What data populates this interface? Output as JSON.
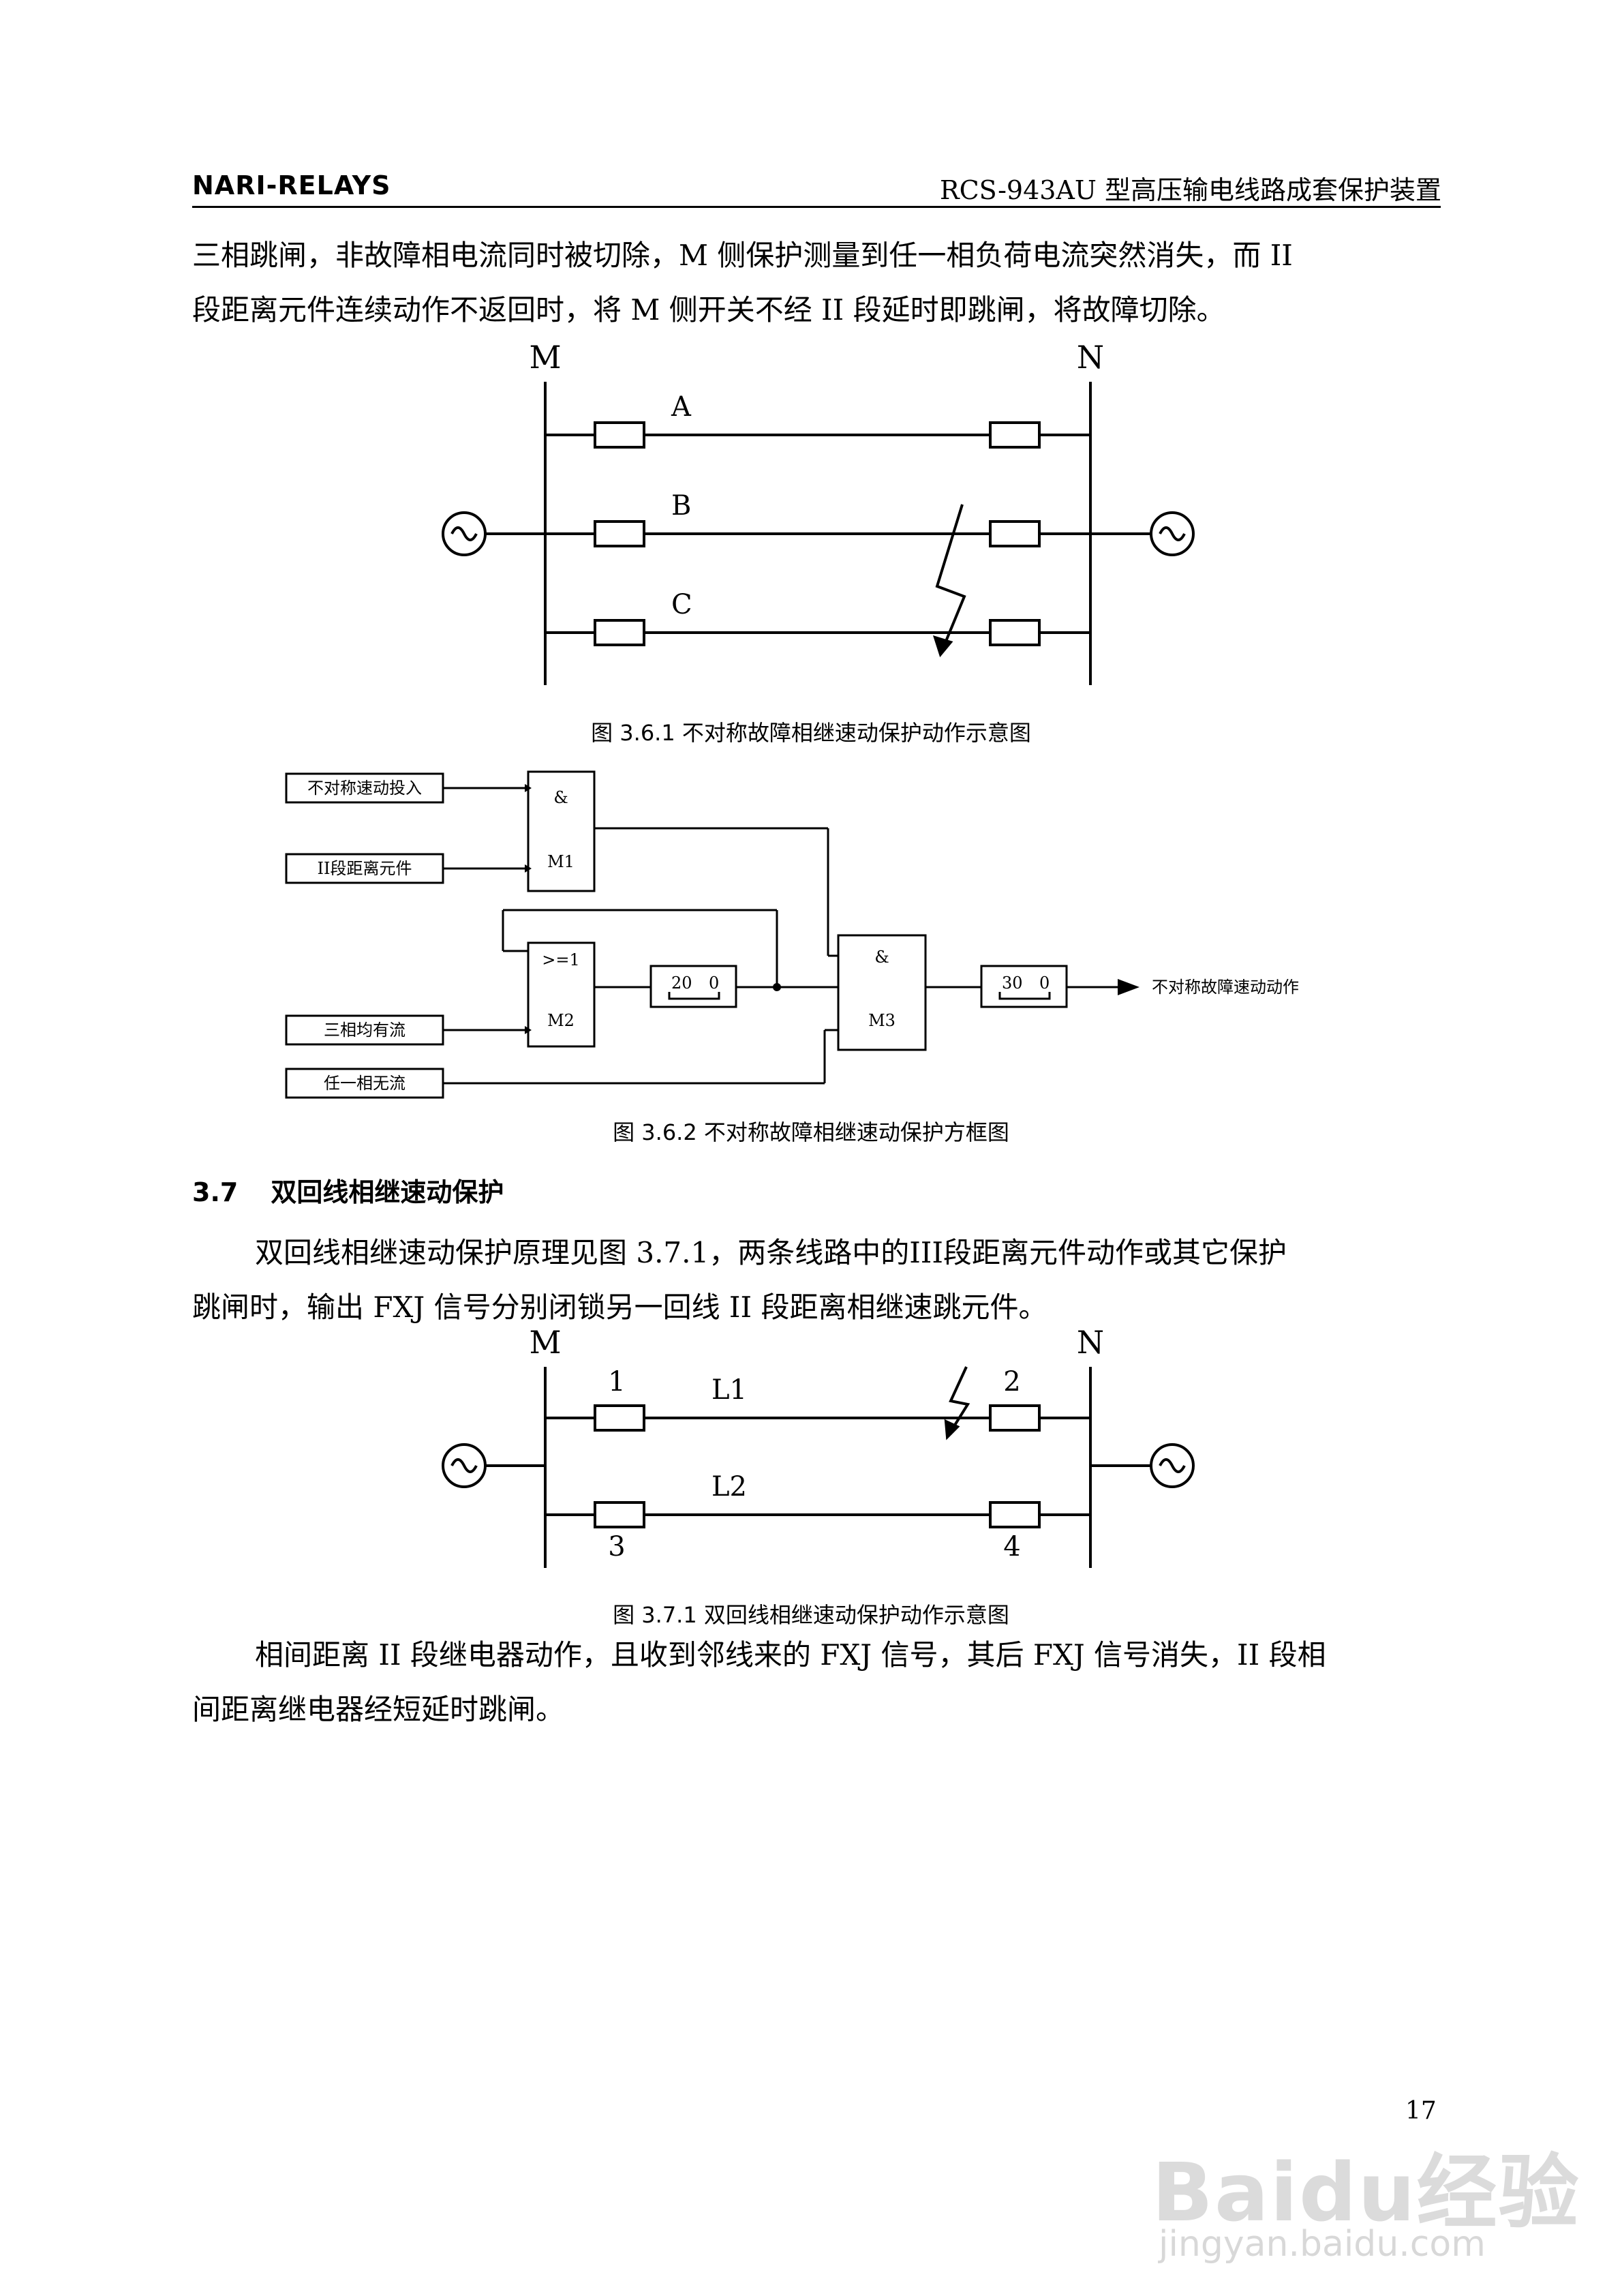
{
  "header": {
    "brand": "NARI-RELAYS",
    "title": "RCS-943AU 型高压输电线路成套保护装置"
  },
  "para1": {
    "line1": "三相跳闸，非故障相电流同时被切除，M 侧保护测量到任一相负荷电流突然消失，而 II",
    "line2": "段距离元件连续动作不返回时，将 M 侧开关不经 II 段延时即跳闸，将故障切除。"
  },
  "fig361": {
    "bus_m": "M",
    "bus_n": "N",
    "phase_a": "A",
    "phase_b": "B",
    "phase_c": "C",
    "caption": "图  3.6.1  不对称故障相继速动保护动作示意图"
  },
  "fig362": {
    "input1": "不对称速动投入",
    "input2": "II段距离元件",
    "input3": "三相均有流",
    "input4": "任一相无流",
    "m1_op": "&",
    "m1_name": "M1",
    "m2_op": ">=1",
    "m2_name": "M2",
    "m3_op": "&",
    "m3_name": "M3",
    "timer1_a": "20",
    "timer1_b": "0",
    "timer2_a": "30",
    "timer2_b": "0",
    "output": "不对称故障速动动作",
    "caption": "图  3.6.2  不对称故障相继速动保护方框图"
  },
  "section": {
    "number": "3.7",
    "title": "双回线相继速动保护"
  },
  "para2": {
    "line1": "双回线相继速动保护原理见图  3.7.1，两条线路中的III段距离元件动作或其它保护",
    "line2": "跳闸时，输出 FXJ 信号分别闭锁另一回线 II 段距离相继速跳元件。"
  },
  "fig371": {
    "bus_m": "M",
    "bus_n": "N",
    "line1": "L1",
    "line2": "L2",
    "breaker1": "1",
    "breaker2": "2",
    "breaker3": "3",
    "breaker4": "4",
    "caption": "图  3.7.1  双回线相继速动保护动作示意图"
  },
  "para3": {
    "line1": "相间距离 II 段继电器动作，且收到邻线来的 FXJ 信号，其后 FXJ 信号消失，II 段相",
    "line2": "间距离继电器经短延时跳闸。"
  },
  "page_number": "17",
  "watermark": {
    "brand": "Baidu经验",
    "url": "jingyan.baidu.com"
  }
}
